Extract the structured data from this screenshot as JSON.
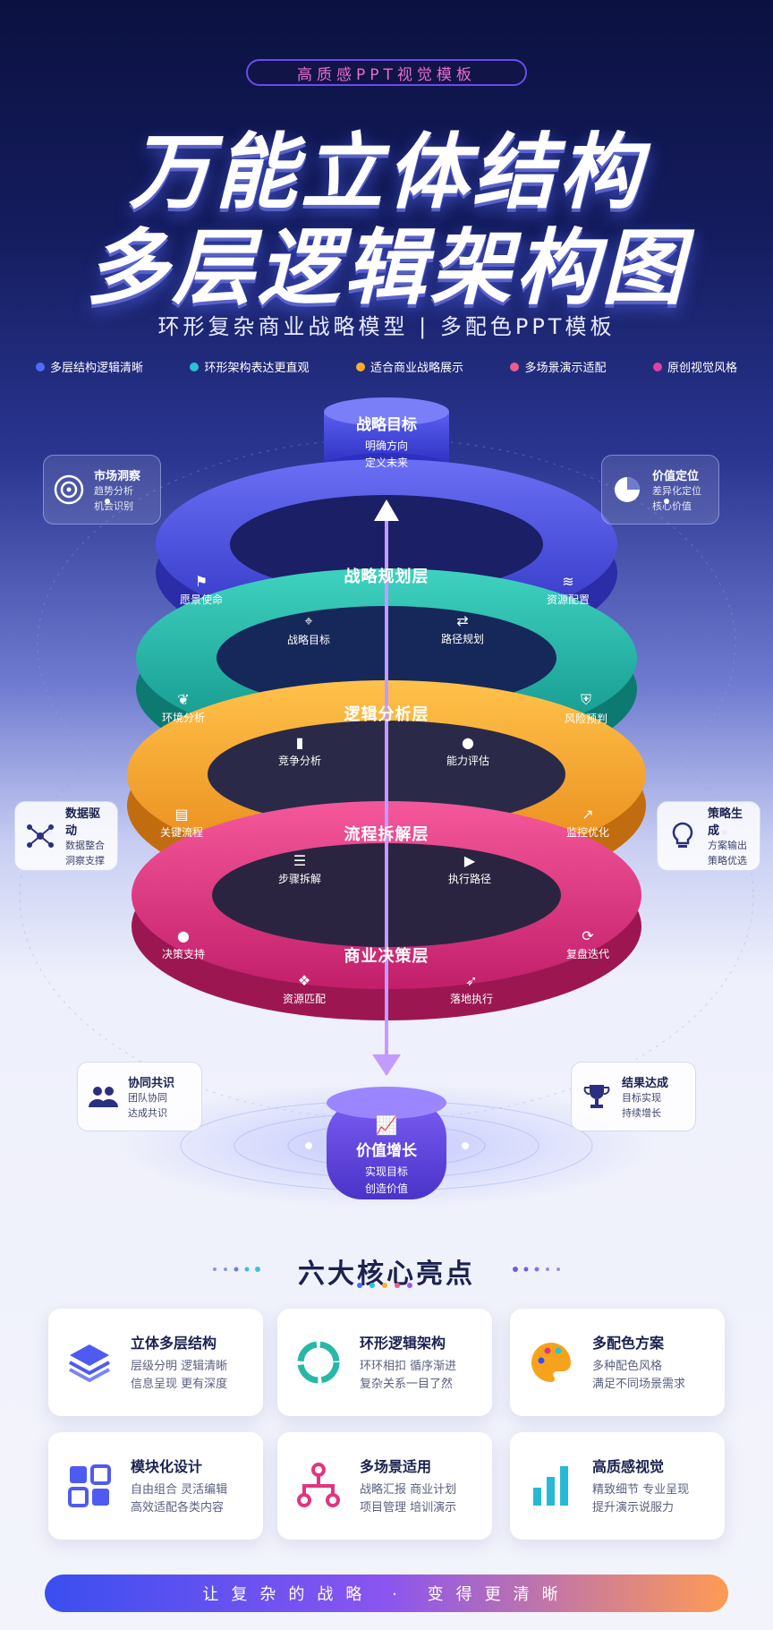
{
  "header": {
    "badge": "高质感PPT视觉模板",
    "title_line1": "万能立体结构",
    "title_line2": "多层逻辑架构图",
    "subtitle": "环形复杂商业战略模型 | 多配色PPT模板"
  },
  "features": [
    {
      "label": "多层结构逻辑清晰",
      "color": "#4f6bff"
    },
    {
      "label": "环形架构表达更直观",
      "color": "#27c3d6"
    },
    {
      "label": "适合商业战略展示",
      "color": "#ffae2b"
    },
    {
      "label": "多场景演示适配",
      "color": "#f05a8c"
    },
    {
      "label": "原创视觉风格",
      "color": "#e23fa5"
    }
  ],
  "top_goal": {
    "title": "战略目标",
    "line1": "明确方向",
    "line2": "定义未来"
  },
  "bottom_goal": {
    "title": "价值增长",
    "line1": "实现目标",
    "line2": "创造价值"
  },
  "side_cards": {
    "market": {
      "title": "市场洞察",
      "line1": "趋势分析",
      "line2": "机会识别",
      "icon": "target-icon"
    },
    "value": {
      "title": "价值定位",
      "line1": "差异化定位",
      "line2": "核心价值",
      "icon": "pie-chart-icon"
    },
    "data": {
      "title": "数据驱动",
      "line1": "数据整合",
      "line2": "洞察支撑",
      "icon": "network-icon"
    },
    "strategy": {
      "title": "策略生成",
      "line1": "方案输出",
      "line2": "策略优选",
      "icon": "lightbulb-icon"
    },
    "collab": {
      "title": "协同共识",
      "line1": "团队协同",
      "line2": "达成共识",
      "icon": "team-icon"
    },
    "result": {
      "title": "结果达成",
      "line1": "目标实现",
      "line2": "持续增长",
      "icon": "trophy-icon"
    }
  },
  "layers": [
    {
      "name": "战略规划层",
      "color": "#4a4de0",
      "segments": [
        "愿景使命",
        "战略目标",
        "路径规划",
        "资源配置"
      ]
    },
    {
      "name": "逻辑分析层",
      "color": "#1fb3a6",
      "segments": [
        "环境分析",
        "竞争分析",
        "能力评估",
        "风险预判"
      ]
    },
    {
      "name": "流程拆解层",
      "color": "#f5a623",
      "segments": [
        "关键流程",
        "步骤拆解",
        "执行路径",
        "监控优化"
      ]
    },
    {
      "name": "商业决策层",
      "color": "#e0367f",
      "segments": [
        "决策支持",
        "资源匹配",
        "落地执行",
        "复盘迭代"
      ]
    }
  ],
  "highlights": {
    "title": "六大核心亮点",
    "items": [
      {
        "title": "立体多层结构",
        "line1": "层级分明 逻辑清晰",
        "line2": "信息呈现 更有深度",
        "icon": "layers-icon"
      },
      {
        "title": "环形逻辑架构",
        "line1": "环环相扣 循序渐进",
        "line2": "复杂关系一目了然",
        "icon": "ring-icon"
      },
      {
        "title": "多配色方案",
        "line1": "多种配色风格",
        "line2": "满足不同场景需求",
        "icon": "palette-icon"
      },
      {
        "title": "模块化设计",
        "line1": "自由组合 灵活编辑",
        "line2": "高效适配各类内容",
        "icon": "grid-icon"
      },
      {
        "title": "多场景适用",
        "line1": "战略汇报 商业计划",
        "line2": "项目管理 培训演示",
        "icon": "hierarchy-icon"
      },
      {
        "title": "高质感视觉",
        "line1": "精致细节 专业呈现",
        "line2": "提升演示说服力",
        "icon": "bar-chart-icon"
      }
    ]
  },
  "footer": "让复杂的战略 · 变得更清晰"
}
